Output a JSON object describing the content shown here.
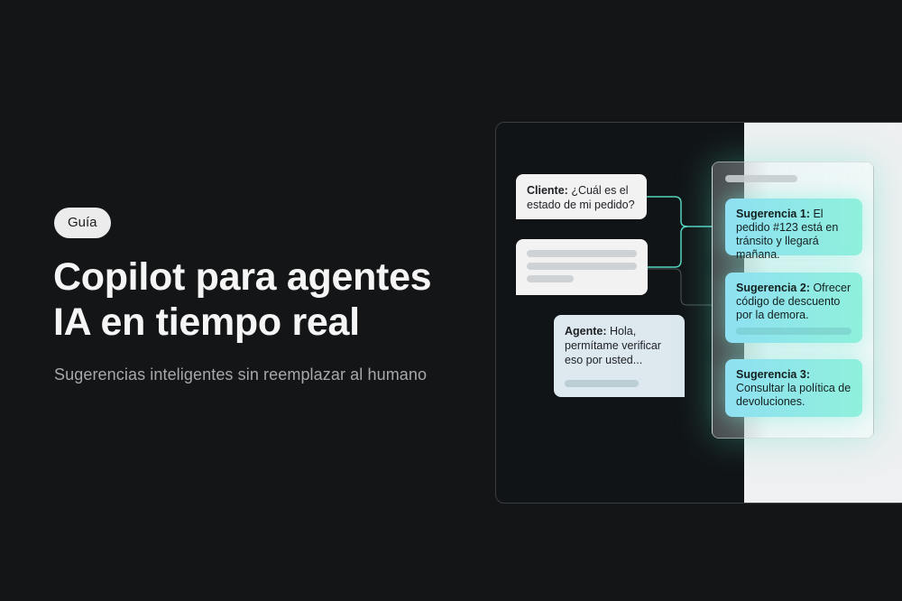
{
  "hero": {
    "badge": "Guía",
    "title_line1": "Copilot para agentes",
    "title_line2": "IA en tiempo real",
    "subtitle": "Sugerencias inteligentes sin reemplazar al humano"
  },
  "chat": {
    "client": {
      "speaker": "Cliente:",
      "text": " ¿Cuál es el estado de mi pedido?"
    },
    "agent": {
      "speaker": "Agente:",
      "text": " Hola, permítame verificar eso por usted..."
    }
  },
  "suggestions": [
    {
      "label": "Sugerencia 1:",
      "text": " El pedido #123 está en tránsito y llegará mañana."
    },
    {
      "label": "Sugerencia 2:",
      "text": " Ofrecer código de descuento por la demora."
    },
    {
      "label": "Sugerencia 3:",
      "text": " Consultar la política de devoluciones."
    }
  ],
  "colors": {
    "background": "#131517",
    "accent": "#5ee8d0",
    "suggestion_start": "#8fe0f2",
    "suggestion_end": "#8ff0dc"
  }
}
